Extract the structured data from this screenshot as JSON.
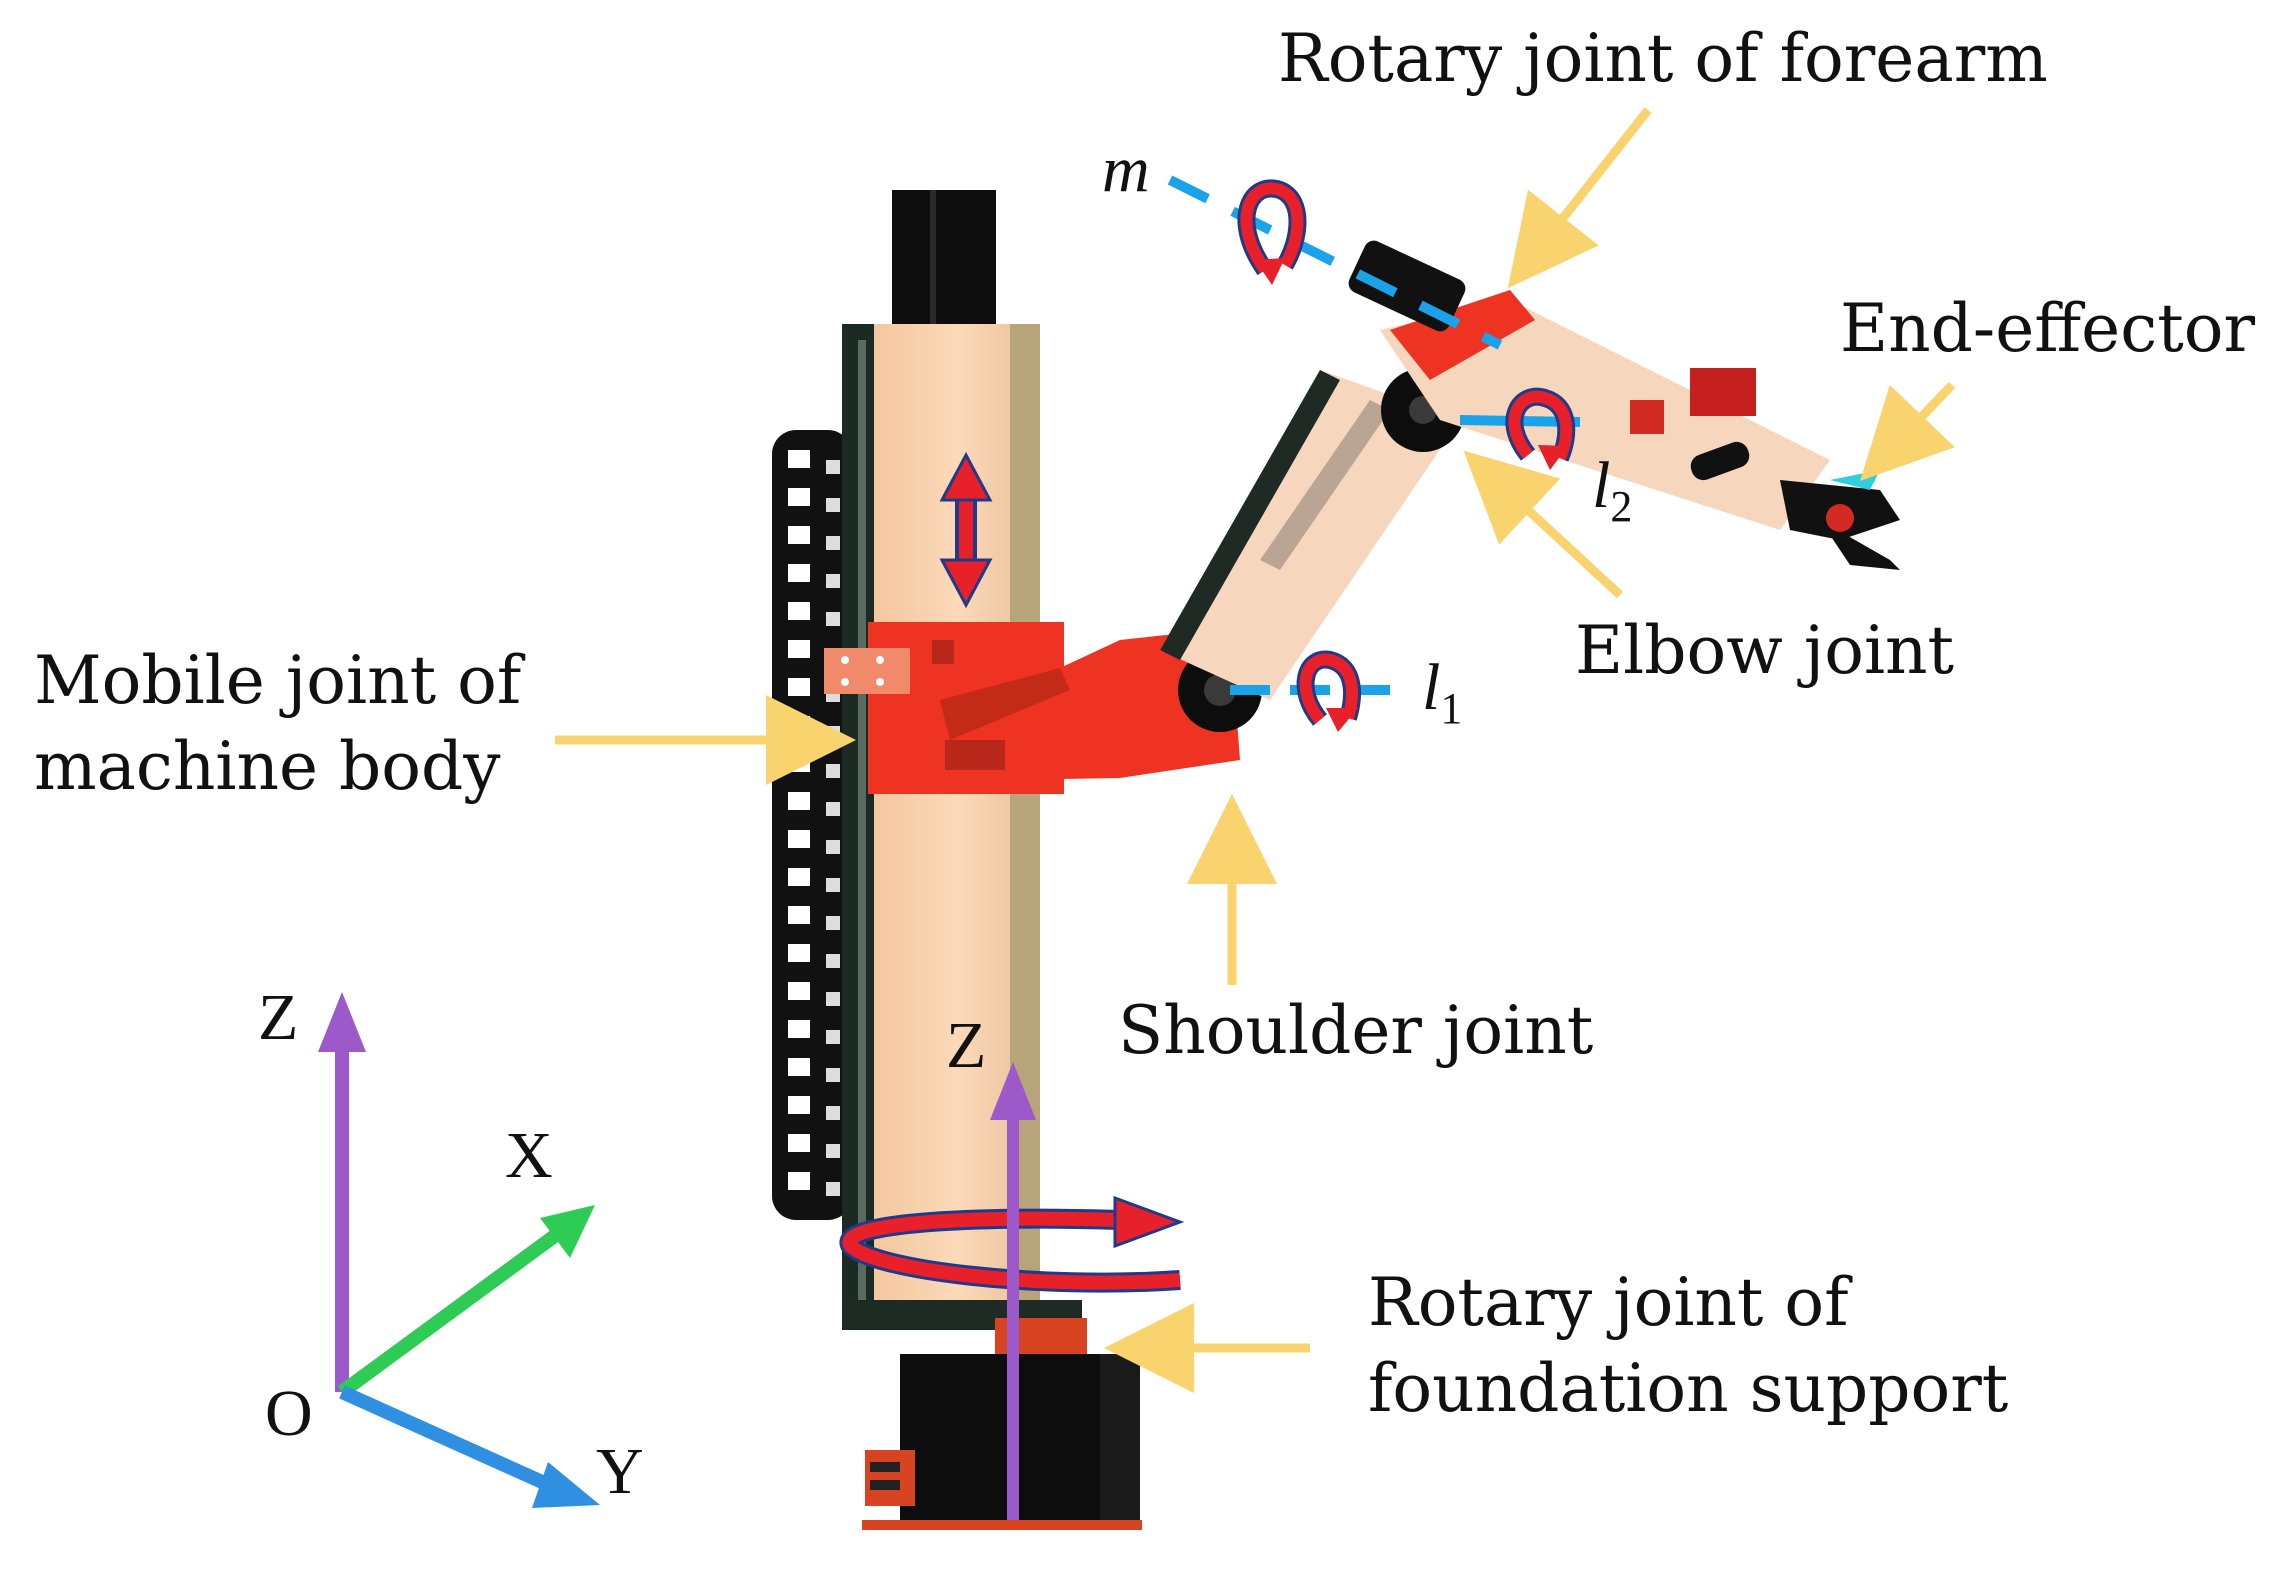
{
  "labels": {
    "rotary_forearm": "Rotary joint of forearm",
    "end_effector": "End-effector",
    "mobile_joint_line1": "Mobile joint of",
    "mobile_joint_line2": "machine body",
    "elbow_joint": "Elbow joint",
    "shoulder_joint": "Shoulder joint",
    "rotary_foundation_line1": "Rotary joint of",
    "rotary_foundation_line2": "foundation support"
  },
  "axis_symbols": {
    "m": "m",
    "l2_base": "l",
    "l2_sub": "2",
    "l1_base": "l",
    "l1_sub": "1"
  },
  "coordinate_frame": {
    "z": "Z",
    "x": "X",
    "y": "Y",
    "origin": "O",
    "column_z": "Z"
  },
  "colors": {
    "callout_arrow": "#f9d36e",
    "joint_axis": "#1aa3e8",
    "rotation_arrow": "#e8202a",
    "z_axis": "#9b59c9",
    "x_axis": "#2ecc55",
    "y_axis": "#2f8fe0",
    "column_body": "#f9d3b0",
    "link_body": "#f6d6bc",
    "red_part": "#ee3322",
    "motor_black": "#0d0d0d"
  }
}
